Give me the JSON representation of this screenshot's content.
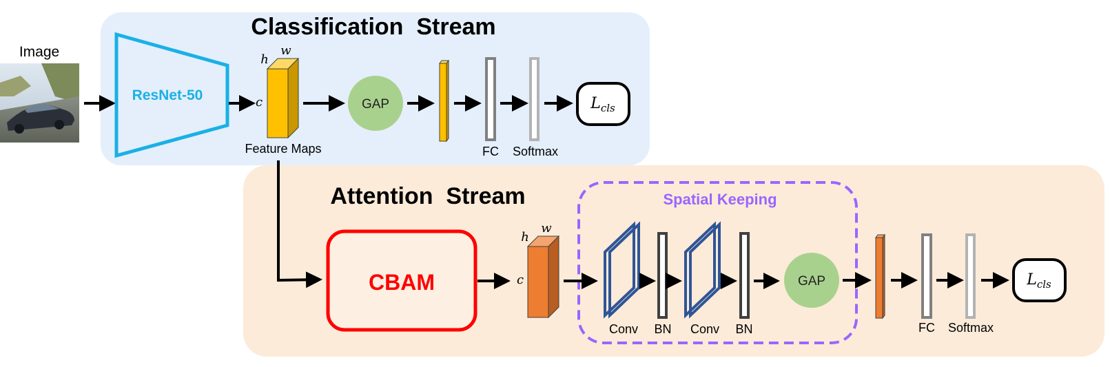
{
  "input": {
    "label": "Image"
  },
  "classification_stream": {
    "title": "Classification  Stream",
    "backbone_label": "ResNet-50",
    "feature_maps_label": "Feature Maps",
    "dims": {
      "h": "h",
      "w": "w",
      "c": "c"
    },
    "gap_label": "GAP",
    "fc_label": "FC",
    "softmax_label": "Softmax",
    "loss": {
      "main": "L",
      "sub": "cls"
    }
  },
  "attention_stream": {
    "title": "Attention  Stream",
    "cbam_label": "CBAM",
    "dims": {
      "h": "h",
      "w": "w",
      "c": "c"
    },
    "spatial_keeping": {
      "title": "Spatial Keeping",
      "conv1_label": "Conv",
      "bn1_label": "BN",
      "conv2_label": "Conv",
      "bn2_label": "BN",
      "gap_label": "GAP"
    },
    "fc_label": "FC",
    "softmax_label": "Softmax",
    "loss": {
      "main": "L",
      "sub": "cls"
    }
  },
  "colors": {
    "classification_bg": "#e4effb",
    "attention_bg": "#fcebd9",
    "resnet_blue": "#1ab0e6",
    "feature_yellow": "#ffc000",
    "feature_orange": "#ed7d31",
    "gap_green": "#a9d18e",
    "cbam_red": "#ff0000",
    "spatial_purple": "#9966ff",
    "conv_blue": "#2f5597"
  }
}
